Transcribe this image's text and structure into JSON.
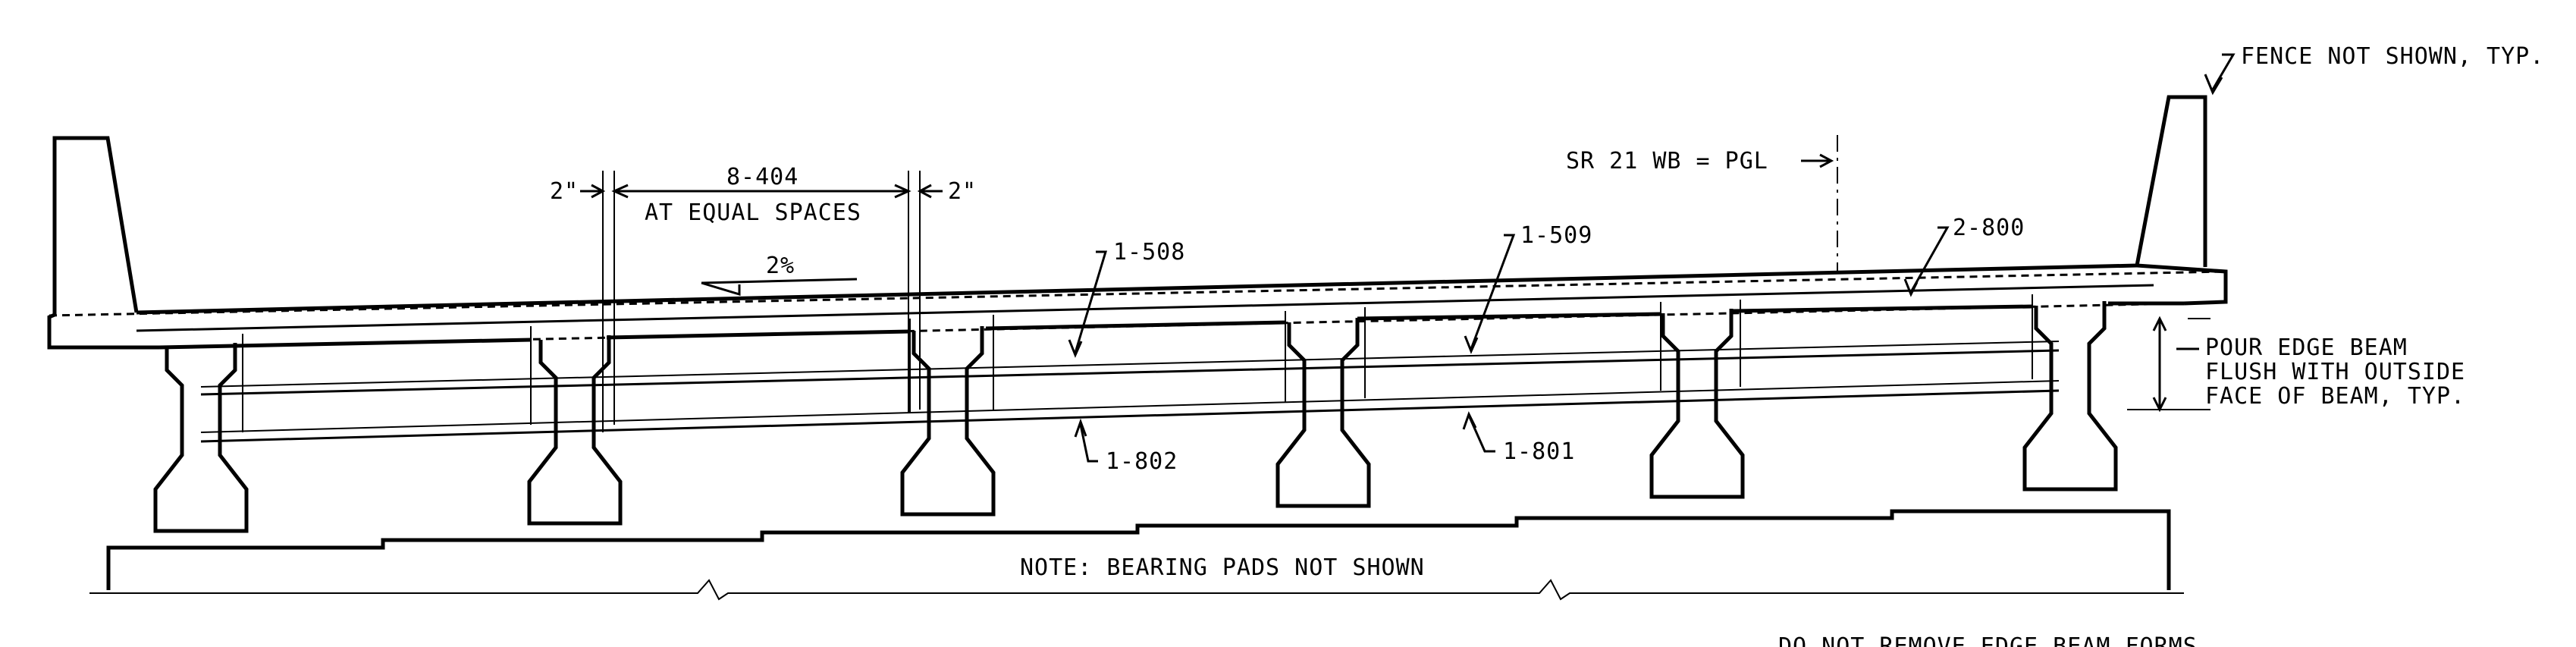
{
  "labels": {
    "fence": "FENCE NOT SHOWN, TYP.",
    "sr21": "SR 21 WB = PGL",
    "bar_8_404": "8-404",
    "equal_spaces": "AT EQUAL SPACES",
    "dim_left": "2\"",
    "dim_right": "2\"",
    "slope": "2%",
    "bar_1_508": "1-508",
    "bar_1_509": "1-509",
    "bar_2_800": "2-800",
    "bar_1_802": "1-802",
    "bar_1_801": "1-801",
    "edge_beam_1": "POUR EDGE BEAM",
    "edge_beam_2": "FLUSH WITH OUTSIDE",
    "edge_beam_3": "FACE OF BEAM, TYP.",
    "note": "NOTE: BEARING PADS NOT SHOWN",
    "bottom_note": "DO NOT REMOVE EDGE BEAM FORMS"
  }
}
